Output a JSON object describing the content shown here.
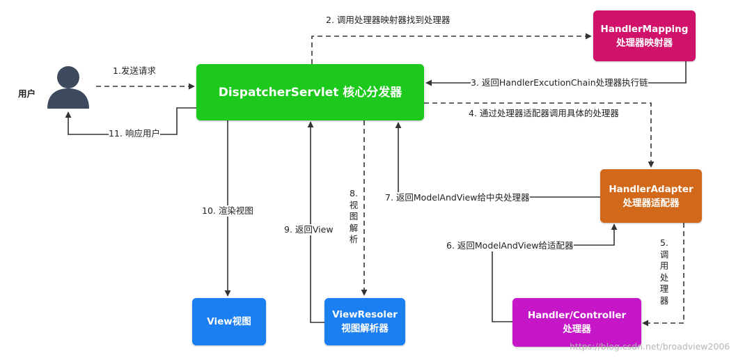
{
  "user": {
    "label": "用户"
  },
  "nodes": {
    "dispatcher": {
      "label": "DispatcherServlet 核心分发器",
      "color": "#1cc91c"
    },
    "mapping": {
      "line1": "HandlerMapping",
      "line2": "处理器映射器",
      "color": "#d1126a"
    },
    "adapter": {
      "line1": "HandlerAdapter",
      "line2": "处理器适配器",
      "color": "#d26819"
    },
    "controller": {
      "line1": "Handler/Controller",
      "line2": "处理器",
      "color": "#c516c7"
    },
    "view": {
      "label": "View视图",
      "color": "#1b7ff2"
    },
    "resolver": {
      "line1": "ViewResoler",
      "line2": "视图解析器",
      "color": "#1b7ff2"
    }
  },
  "steps": {
    "s1": "1.发送请求",
    "s2": "2. 调用处理器映射器找到处理器",
    "s3": "3. 返回HandlerExcutionChain处理器执行链",
    "s4": "4. 通过处理器适配器调用具体的处理器",
    "s5_num": "5.",
    "s5_text": "调用处理器",
    "s6": "6. 返回ModelAndView给适配器",
    "s7": "7. 返回ModelAndView给中央处理器",
    "s8_num": "8.",
    "s8_text": "视图解析",
    "s9": "9. 返回View",
    "s10": "10. 渲染视图",
    "s11": "11. 响应用户"
  },
  "watermark": "https://blog.csdn.net/broadview2006"
}
